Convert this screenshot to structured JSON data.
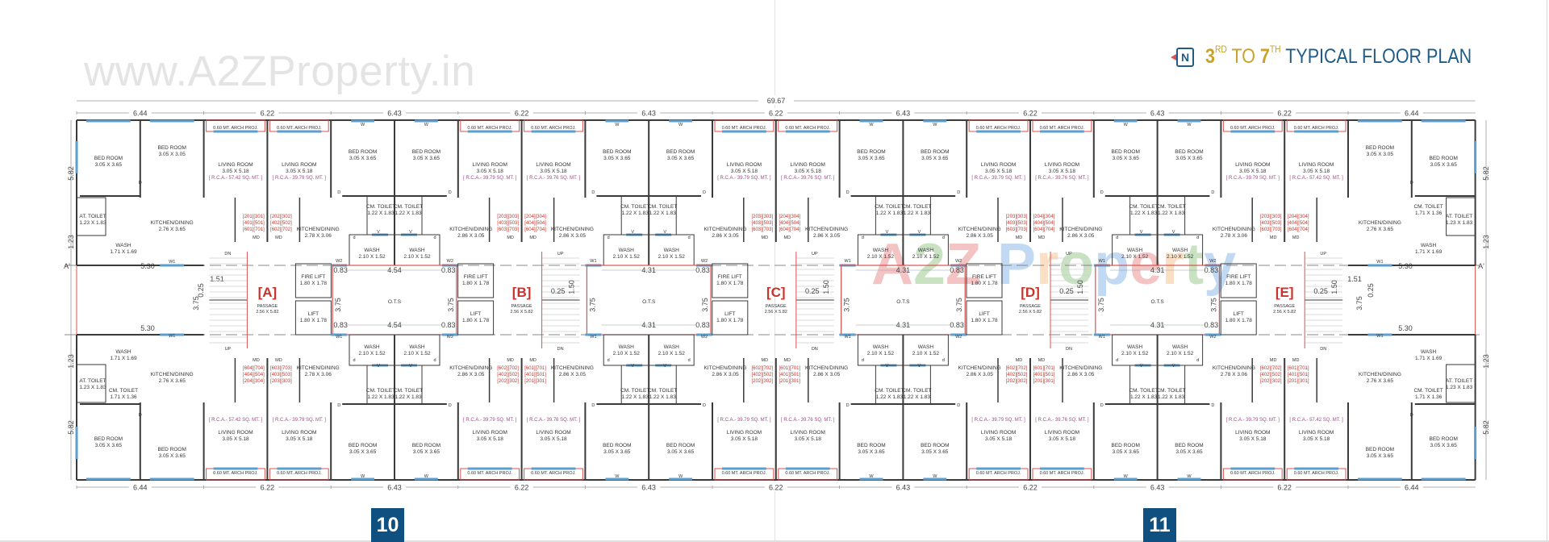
{
  "watermark_url": "www.A2ZProperty.in",
  "logo_watermark": [
    "A",
    "2",
    "Z",
    " ",
    "P",
    "r",
    "o",
    "p",
    "e",
    "r",
    "t",
    "y"
  ],
  "title": {
    "start_num": "3",
    "start_sup": "RD",
    "joiner": "TO",
    "end_num": "7",
    "end_sup": "TH",
    "main": "TYPICAL FLOOR PLAN"
  },
  "north_badge": "N",
  "pages": [
    "10",
    "11"
  ],
  "colors": {
    "wall": "#3a3a3a",
    "outline": "#d9534f",
    "window": "#5b9fd0",
    "label_red": "#c8342c",
    "rca": "#a24a8e",
    "title_gold": "#c9a227",
    "title_blue": "#1f5c88",
    "page_badge": "#0f5080",
    "logo": [
      "#e05050",
      "#5aaa4a",
      "#e05050",
      "#ffffff",
      "#4a8fe0",
      "#f0a050",
      "#5aaa4a",
      "#4a8fe0",
      "#e05050",
      "#f0a050",
      "#5aaa4a",
      "#4a8fe0"
    ]
  },
  "plan": {
    "overall": "69.67",
    "bay_dims": [
      "6.44",
      "6.22",
      "6.43",
      "6.22",
      "6.43",
      "6.22",
      "6.43",
      "6.22",
      "6.43",
      "6.22",
      "6.44"
    ],
    "bay_types": [
      "end",
      "living",
      "bed",
      "living",
      "bed",
      "living",
      "bed",
      "living",
      "bed",
      "living",
      "end"
    ],
    "side_dims": {
      "unit_depth": "5.82",
      "wash_depth": "1.23",
      "passage_len": "5.30",
      "stair_width": "1.51",
      "gap": "0.25",
      "core_depth": "3.75",
      "grid_label": "A'"
    },
    "labels": {
      "arch": "0.60 MT. ARCH PROJ.",
      "window": "W",
      "window1": "W1",
      "window2": "W2",
      "vent": "V",
      "door": "D",
      "door_small": "d",
      "main_door": "MD",
      "up": "UP",
      "down": "DN"
    },
    "rooms": {
      "bed_large": {
        "name": "BED ROOM",
        "size": "3.05 X 3.65"
      },
      "bed_small": {
        "name": "BED ROOM",
        "size": "3.05 X 3.05"
      },
      "living": {
        "name": "LIVING ROOM",
        "size": "3.05 X 5.18"
      },
      "kitchen_end": {
        "name": "KITCHEN/DINING",
        "size": "2.76 X 3.65"
      },
      "kitchen_a": {
        "name": "KITCHEN/DINING",
        "size": "2.78 X 3.06"
      },
      "kitchen_b": {
        "name": "KITCHEN/DINING",
        "size": "2.86 X 3.05"
      },
      "at_toilet": {
        "name": "AT. TOILET",
        "size": "1.23 X 1.83"
      },
      "cm_toilet_end": {
        "name": "CM. TOILET",
        "size": "1.71 X 1.36"
      },
      "cm_toilet": {
        "name": "CM. TOILET",
        "size": "1.22 X 1.83"
      },
      "wash_end": {
        "name": "WASH",
        "size": "1.71 X 1.69"
      },
      "wash": {
        "name": "WASH",
        "size": "2.10 X 1.52"
      },
      "fire_lift": {
        "name": "FIRE LIFT",
        "size": "1.80 X 1.78"
      },
      "lift": {
        "name": "LIFT",
        "size": "1.80 X 1.78"
      },
      "passage": {
        "name": "PASSAGE",
        "size": "2.56 X 5.82"
      },
      "ots": {
        "name": "O.T.S"
      }
    },
    "rca_top": [
      "[ R.C.A.- 57.42 SQ. MT. ]",
      "[ R.C.A.- 39.79 SQ. MT. ]",
      "[ R.C.A.- 39.79 SQ. MT. ]",
      "[ R.C.A.- 39.76 SQ. MT. ]",
      "[ R.C.A.- 39.79 SQ. MT. ]",
      "[ R.C.A.- 39.76 SQ. MT. ]",
      "[ R.C.A.- 39.79 SQ. MT. ]",
      "[ R.C.A.- 39.76 SQ. MT. ]",
      "[ R.C.A.- 39.79 SQ. MT. ]",
      "[ R.C.A.- 57.42 SQ. MT. ]"
    ],
    "rca_bottom": [
      "[ R.C.A.- 57.42 SQ. MT. ]",
      "[ R.C.A.- 39.79 SQ. MT. ]",
      "[ R.C.A.- 39.79 SQ. MT. ]",
      "[ R.C.A.- 39.76 SQ. MT. ]",
      "[ R.C.A.- 39.79 SQ. MT. ]",
      "[ R.C.A.- 39.76 SQ. MT. ]",
      "[ R.C.A.- 39.79 SQ. MT. ]",
      "[ R.C.A.- 39.76 SQ. MT. ]",
      "[ R.C.A.- 39.79 SQ. MT. ]",
      "[ R.C.A.- 57.42 SQ. MT. ]"
    ],
    "cores": [
      "[A]",
      "[B]",
      "[C]",
      "[D]",
      "[E]"
    ],
    "stair_dims": {
      "rise": "1.50",
      "gap": "0.25"
    },
    "ots_dims": [
      {
        "left": "0.83",
        "span": "4.54",
        "right": "0.83"
      },
      {
        "left": "",
        "span": "4.31",
        "right": "0.83"
      },
      {
        "left": "",
        "span": "4.31",
        "right": "0.83"
      },
      {
        "left": "",
        "span": "4.31",
        "right": "0.83"
      }
    ],
    "flat_numbers_top": [
      {
        "left": [
          "[201][301]",
          "[401][501]",
          "[601][701]"
        ],
        "right": [
          "[202][302]",
          "[402][502]",
          "[602][702]"
        ]
      },
      {
        "left": [
          "[203][303]",
          "[403][503]",
          "[603][703]"
        ],
        "right": [
          "[204][304]",
          "[404][504]",
          "[604][704]"
        ]
      },
      {
        "left": [
          "[203][303]",
          "[403][503]",
          "[603][703]"
        ],
        "right": [
          "[204][304]",
          "[404][504]",
          "[604][704]"
        ]
      },
      {
        "left": [
          "[203][303]",
          "[403][503]",
          "[603][703]"
        ],
        "right": [
          "[204][304]",
          "[404][504]",
          "[604][704]"
        ]
      },
      {
        "left": [
          "[203][303]",
          "[403][503]",
          "[603][703]"
        ],
        "right": [
          "[204][304]",
          "[404][504]",
          "[604][704]"
        ]
      }
    ],
    "flat_numbers_bottom": [
      {
        "left": [
          "[204][304]",
          "[404][504]",
          "[604][704]"
        ],
        "right": [
          "[203][303]",
          "[403][503]",
          "[603][703]"
        ]
      },
      {
        "left": [
          "[202][302]",
          "[402][502]",
          "[602][702]"
        ],
        "right": [
          "[201][301]",
          "[401][501]",
          "[601][701]"
        ]
      },
      {
        "left": [
          "[202][302]",
          "[402][502]",
          "[602][702]"
        ],
        "right": [
          "[201][301]",
          "[401][501]",
          "[601][701]"
        ]
      },
      {
        "left": [
          "[202][302]",
          "[402][502]",
          "[602][702]"
        ],
        "right": [
          "[201][301]",
          "[401][501]",
          "[601][701]"
        ]
      },
      {
        "left": [
          "[202][302]",
          "[402][502]",
          "[602][702]"
        ],
        "right": [
          "[201][301]",
          "[401][501]",
          "[601][701]"
        ]
      }
    ]
  }
}
